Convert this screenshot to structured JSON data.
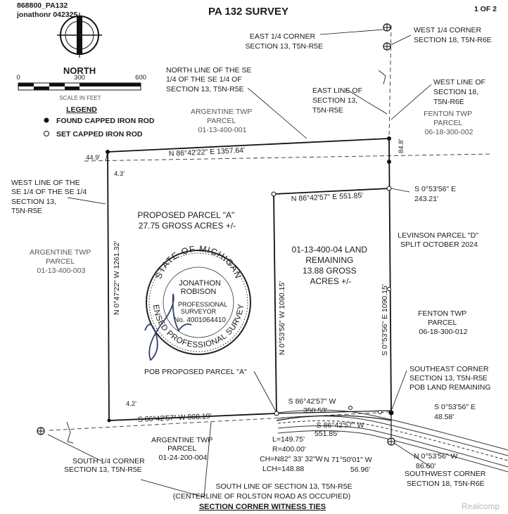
{
  "header": {
    "file_id": "868800_PA132",
    "user_id": "jonathonr 042325",
    "title": "PA 132 SURVEY",
    "page": "1 OF 2"
  },
  "north_arrow": {
    "label": "NORTH",
    "icon": "north-arrow-icon"
  },
  "scale_bar": {
    "ticks": [
      "0",
      "300",
      "600"
    ],
    "caption": "SCALE IN FEET"
  },
  "legend": {
    "title": "LEGEND",
    "items": [
      {
        "symbol": "filled-circle-icon",
        "label": "FOUND CAPPED IRON ROD"
      },
      {
        "symbol": "open-circle-icon",
        "label": "SET CAPPED IRON ROD"
      }
    ]
  },
  "corners": {
    "east_quarter": [
      "EAST 1/4 CORNER",
      "SECTION 13, T5N-R5E"
    ],
    "west_quarter": [
      "WEST 1/4 CORNER",
      "SECTION 18, T5N-R6E"
    ],
    "south_quarter": [
      "SOUTH 1/4 CORNER",
      "SECTION 13, T5N-R5E"
    ],
    "southeast": [
      "SOUTHEAST CORNER",
      "SECTION 13, T5N-R5E",
      "POB LAND REMAINING"
    ],
    "southwest": [
      "SOUTHWEST CORNER",
      "SECTION 18, T5N-R6E"
    ]
  },
  "lines": {
    "north_line": [
      "NORTH LINE OF THE SE",
      "1/4 OF THE SE 1/4 OF",
      "SECTION 13, T5N-R5E"
    ],
    "east_line": [
      "EAST LINE OF",
      "SECTION 13,",
      "T5N-R5E"
    ],
    "west_line_s18": [
      "WEST LINE OF",
      "SECTION 18,",
      "T5N-R6E"
    ],
    "west_line_se": [
      "WEST LINE OF THE",
      "SE 1/4 OF THE SE 1/4",
      "SECTION 13,",
      "T5N-R5E"
    ],
    "south_line": [
      "SOUTH LINE OF SECTION 13, T5N-R5E",
      "(CENTERLINE OF ROLSTON ROAD AS OCCUPIED)"
    ]
  },
  "parcels": {
    "argentine_north": [
      "ARGENTINE TWP",
      "PARCEL",
      "01-13-400-001"
    ],
    "fenton_north": [
      "FENTON TWP",
      "PARCEL",
      "06-18-300-002"
    ],
    "argentine_west": [
      "ARGENTINE TWP",
      "PARCEL",
      "01-13-400-003"
    ],
    "levinson": [
      "LEVINSON PARCEL \"D\"",
      "SPLIT OCTOBER 2024"
    ],
    "fenton_mid": [
      "FENTON TWP",
      "PARCEL",
      "06-18-300-012"
    ],
    "argentine_south": [
      "ARGENTINE TWP",
      "PARCEL",
      "01-24-200-004"
    ],
    "proposed_a": [
      "PROPOSED PARCEL \"A\"",
      "27.75 GROSS ACRES +/-"
    ],
    "remaining": [
      "01-13-400-04 LAND",
      "REMAINING",
      "13.88 GROSS",
      "ACRES +/-"
    ]
  },
  "bearings": {
    "north_full": "N 86°42'22\" E 1357.64'",
    "north_remaining": "N 86°42'57\" E 551.85'",
    "west_line": "N 0°47'22\" W 1261.32'",
    "mid_line": "N 0°53'56\" W 1090.15'",
    "east_mid": "S 0°53'56\" E 1090.15'",
    "east_upper": [
      "S 0°53'56\" E",
      "243.21'"
    ],
    "south_west": "S 86°42'57\" W 808.19'",
    "south_a": [
      "S 86°42'57\" W",
      "350.53'"
    ],
    "south_b": [
      "S 86°42'57\" W",
      "551.85'"
    ],
    "se_short": [
      "S 0°53'56\" E",
      "48.58'"
    ],
    "sw_line": [
      "N 0°53'56\" W",
      "86.60'"
    ],
    "chord_line": [
      "N 71°50'01\" W",
      "56.96'"
    ],
    "curve": [
      "L=149.75'",
      "R=400.00'",
      "CH=N82° 33' 32\"W",
      "LCH=148.88"
    ]
  },
  "offsets": {
    "d_44_9": "44.9'",
    "d_4_3": "4.3'",
    "d_84_8": "84.8'",
    "d_4_2": "4.2'"
  },
  "pob_label": "POB PROPOSED PARCEL \"A\"",
  "seal": {
    "arc_top": "STATE OF MICHIGAN",
    "arc_bottom": "LICENSED PROFESSIONAL SURVEYOR",
    "name_1": "JONATHON",
    "name_2": "ROBISON",
    "role_1": "PROFESSIONAL",
    "role_2": "SURVEYOR",
    "license": "No. 4001064410"
  },
  "footer": "SECTION CORNER WITNESS TIES",
  "watermark": "Realcomp"
}
